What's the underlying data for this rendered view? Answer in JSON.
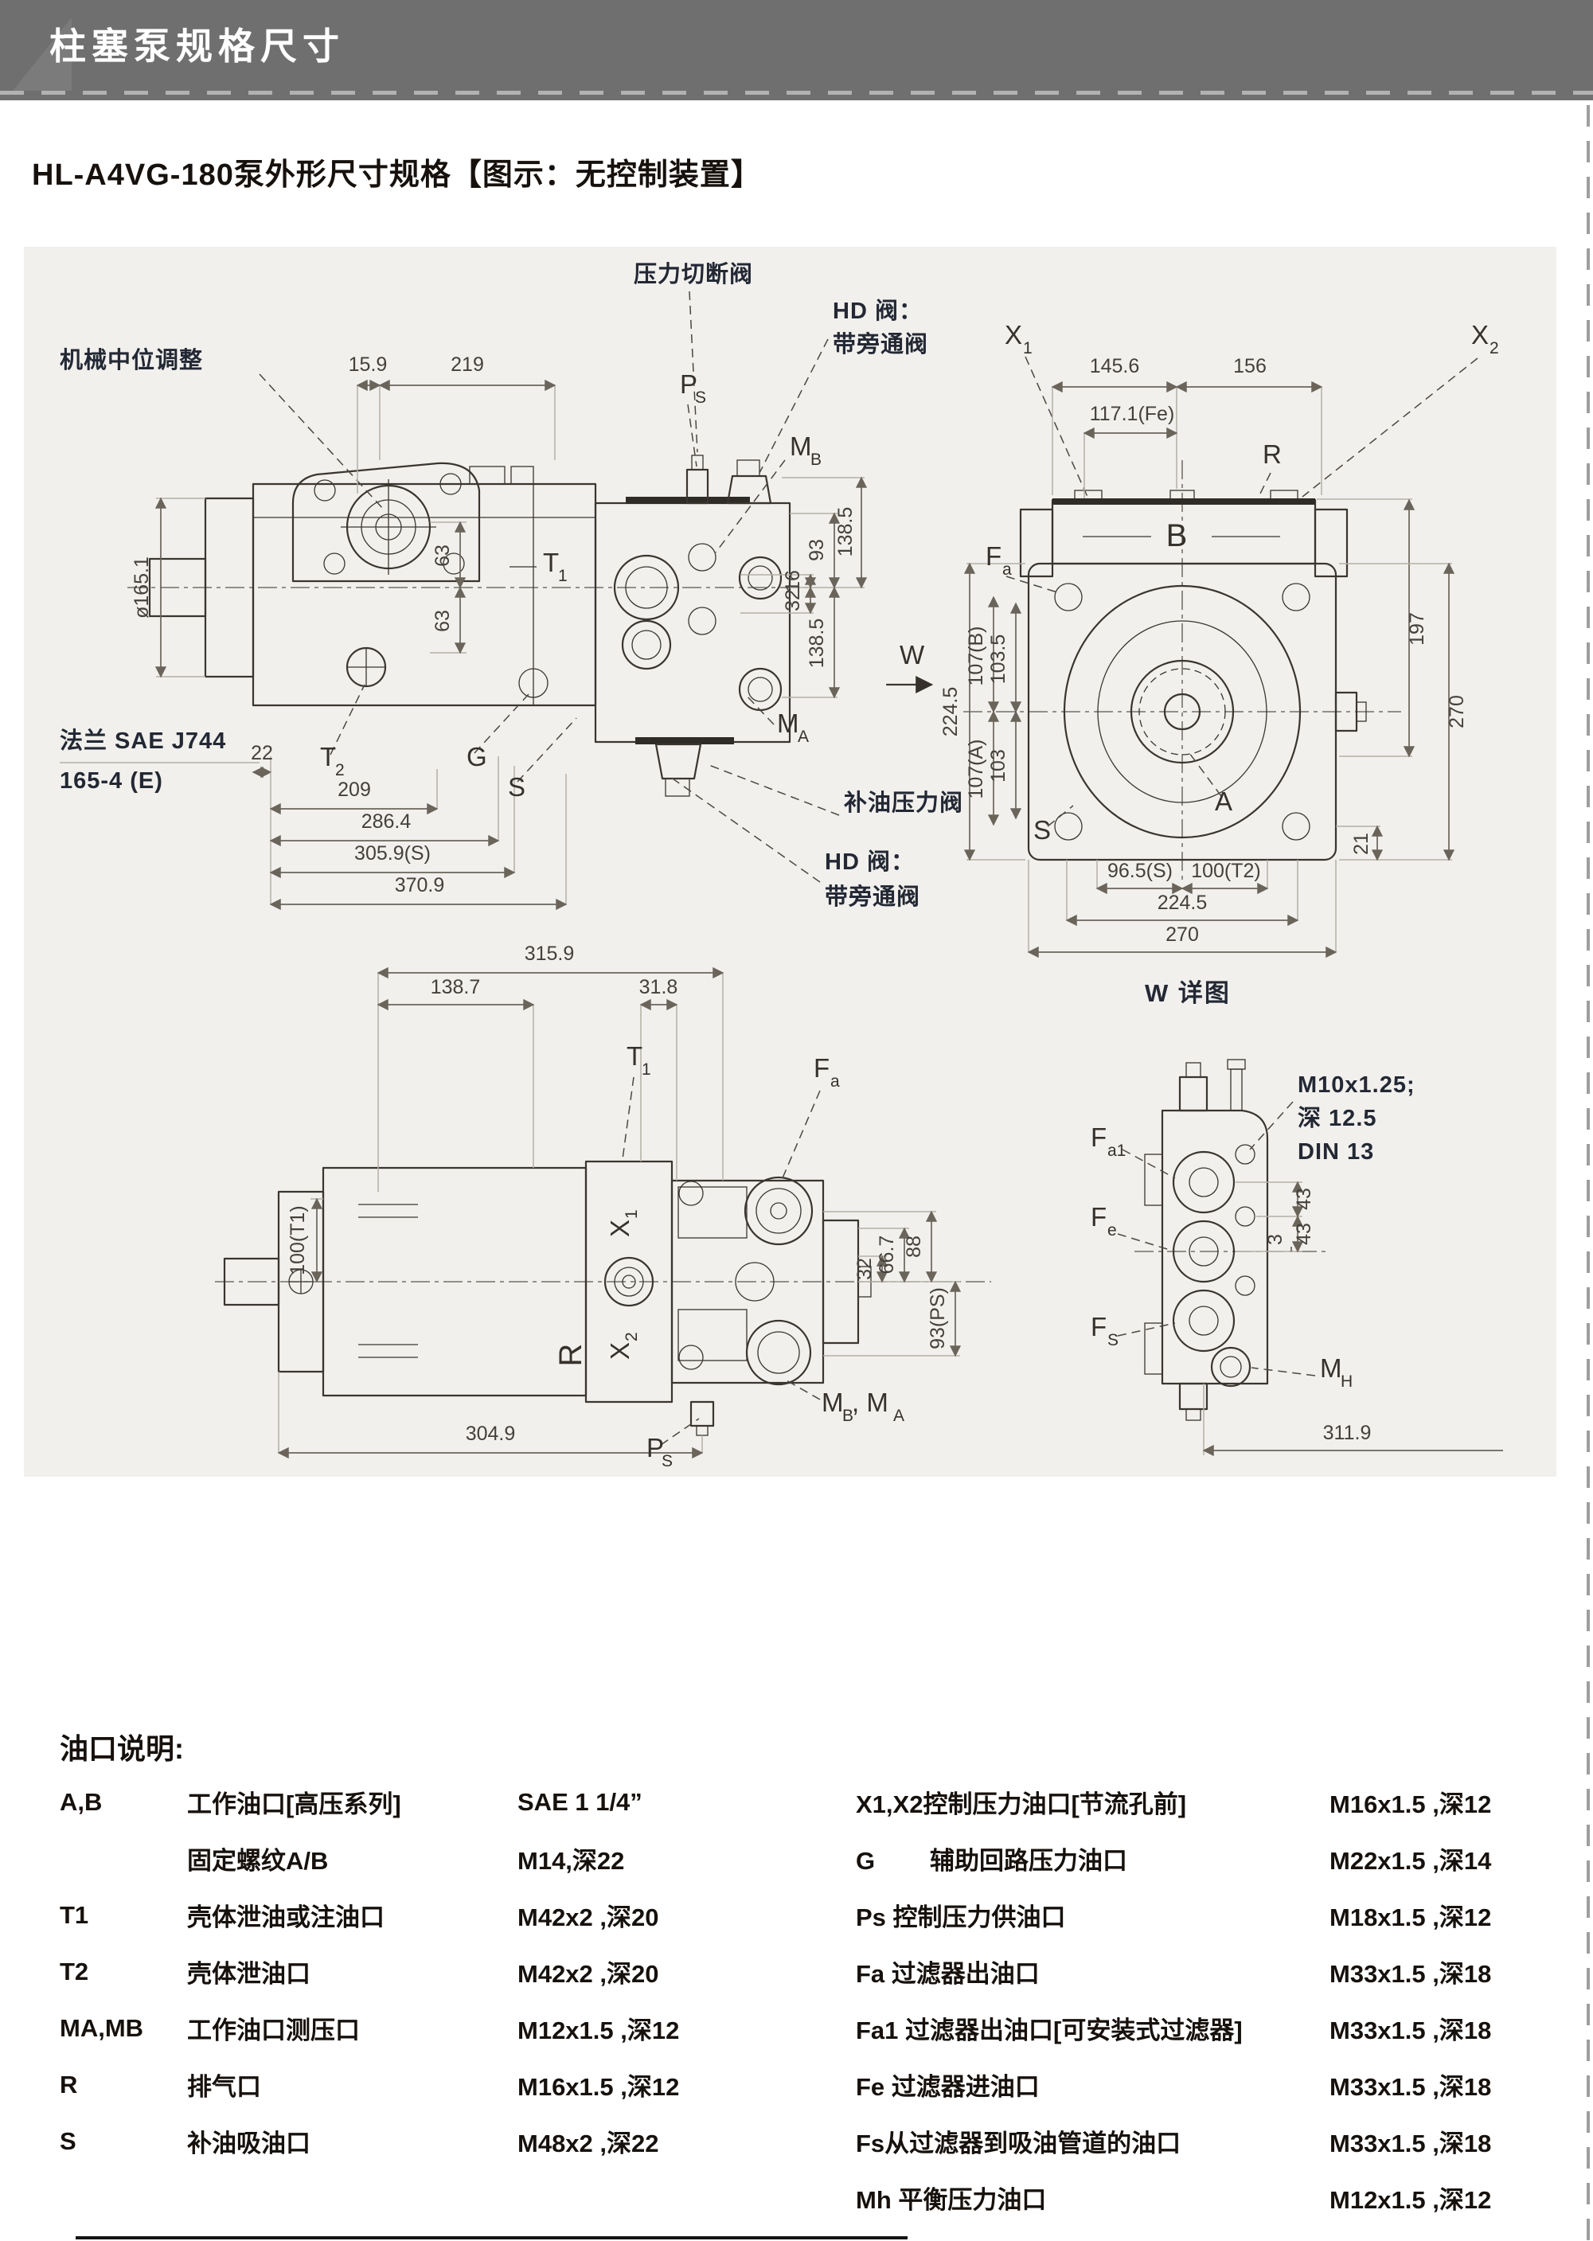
{
  "page": {
    "banner_title": "柱塞泵规格尺寸",
    "subtitle": "HL-A4VG-180泵外形尺寸规格【图示：无控制装置】"
  },
  "views": {
    "side": {
      "labels": {
        "mech": "机械中位调整",
        "cutoff": "压力切断阀",
        "hd_top1": "HD 阀：",
        "hd_top2": "带旁通阀",
        "hd_bot1": "HD 阀：",
        "hd_bot2": "带旁通阀",
        "charge": "补油压力阀",
        "flange1": "法兰 SAE J744",
        "flange2": "165-4 (E)"
      },
      "ports": {
        "ps": "P",
        "ps_s": "S",
        "mb": "M",
        "mb_s": "B",
        "ma": "M",
        "ma_s": "A",
        "t1": "T",
        "t1_s": "1",
        "t2": "T",
        "t2_s": "2",
        "g": "G",
        "s": "S"
      },
      "dims": {
        "w159": "15.9",
        "w219": "219",
        "h16": "16",
        "h93": "93",
        "h1385a": "138.5",
        "h32": "32",
        "h1385b": "138.5",
        "dia": "ø165.1",
        "h63a": "63",
        "h63b": "63",
        "w22": "22",
        "w209": "209",
        "w2864": "286.4",
        "w3059": "305.9(S)",
        "w3709": "370.9"
      }
    },
    "rear": {
      "ports": {
        "x1": "X",
        "x1_s": "1",
        "x2": "X",
        "x2_s": "2",
        "r": "R",
        "b": "B",
        "fa": "F",
        "fa_s": "a",
        "s": "S",
        "a": "A"
      },
      "view_arrow": "W",
      "dims": {
        "w1456": "145.6",
        "w1171": "117.1(Fe)",
        "w156": "156",
        "h197": "197",
        "h270": "270",
        "h21": "21",
        "h2245": "224.5",
        "h107b": "107(B)",
        "h1035": "103.5",
        "h107a": "107(A)",
        "h103": "103",
        "w965": "96.5(S)",
        "w100t2": "100(T2)",
        "w2245": "224.5",
        "w270": "270"
      }
    },
    "top": {
      "ports": {
        "t1": "T",
        "t1_s": "1",
        "fa": "F",
        "fa_s": "a",
        "x1": "X",
        "x1_s": "1",
        "x2": "X",
        "x2_s": "2",
        "r": "R",
        "ps": "P",
        "ps_s": "S",
        "mb": "M",
        "mb_s": "B",
        "comma_ma": ", M",
        "ma_s": "A"
      },
      "dims": {
        "w3159": "315.9",
        "w1387": "138.7",
        "w318": "31.8",
        "h100t1": "100(T1)",
        "h88": "88",
        "h667": "66.7",
        "h32": "32",
        "h93ps": "93(PS)",
        "w3049": "304.9"
      }
    },
    "detail": {
      "title": "W 详图",
      "thread1": "M10x1.25;",
      "thread2": "深 12.5",
      "thread3": "DIN 13",
      "ports": {
        "fa1": "F",
        "fa1_s": "a1",
        "fe": "F",
        "fe_s": "e",
        "fs": "F",
        "fs_s": "S",
        "mh": "M",
        "mh_s": "H"
      },
      "dims": {
        "d43a": "43",
        "d3": "3",
        "d43b": "43",
        "w3119": "311.9"
      }
    }
  },
  "table": {
    "title": "油口说明:",
    "left": [
      {
        "code": "A,B",
        "desc": "工作油口[高压系列]",
        "spec": "SAE 1 1/4”"
      },
      {
        "code": "",
        "desc": "固定螺纹A/B",
        "spec": "M14,深22"
      },
      {
        "code": "T1",
        "desc": "壳体泄油或注油口",
        "spec": "M42x2 ,深20"
      },
      {
        "code": "T2",
        "desc": "壳体泄油口",
        "spec": "M42x2 ,深20"
      },
      {
        "code": "MA,MB",
        "desc": "工作油口测压口",
        "spec": "M12x1.5 ,深12"
      },
      {
        "code": "R",
        "desc": "排气口",
        "spec": "M16x1.5 ,深12"
      },
      {
        "code": "S",
        "desc": "补油吸油口",
        "spec": "M48x2 ,深22"
      }
    ],
    "right": [
      {
        "label": "X1,X2控制压力油口[节流孔前]",
        "spec": "M16x1.5 ,深12"
      },
      {
        "label": "G        辅助回路压力油口",
        "spec": "M22x1.5 ,深14"
      },
      {
        "label": "Ps 控制压力供油口",
        "spec": "M18x1.5 ,深12"
      },
      {
        "label": "Fa 过滤器出油口",
        "spec": "M33x1.5 ,深18"
      },
      {
        "label": "Fa1 过滤器出油口[可安装式过滤器]",
        "spec": "M33x1.5 ,深18"
      },
      {
        "label": "Fe 过滤器进油口",
        "spec": "M33x1.5 ,深18"
      },
      {
        "label": "Fs从过滤器到吸油管道的油口",
        "spec": "M33x1.5 ,深18"
      },
      {
        "label": "Mh 平衡压力油口",
        "spec": "M12x1.5 ,深12"
      }
    ]
  }
}
